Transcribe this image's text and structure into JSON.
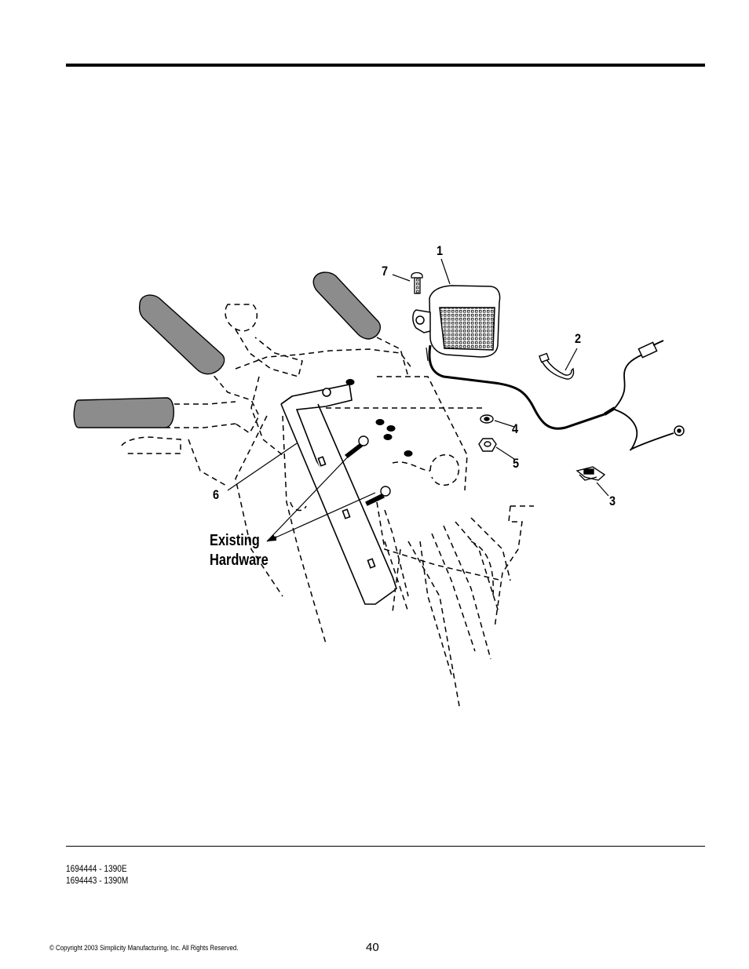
{
  "callouts": {
    "c1": "1",
    "c2": "2",
    "c3": "3",
    "c4": "4",
    "c5": "5",
    "c6": "6",
    "c7": "7"
  },
  "existing_hardware": {
    "line1": "Existing",
    "line2": "Hardware"
  },
  "part_numbers": [
    "1694444 - 1390E",
    "1694443 - 1390M"
  ],
  "footer": {
    "copyright": "© Copyright 2003 Simplicity Manufacturing, Inc. All Rights Reserved.",
    "page_number": "40"
  }
}
